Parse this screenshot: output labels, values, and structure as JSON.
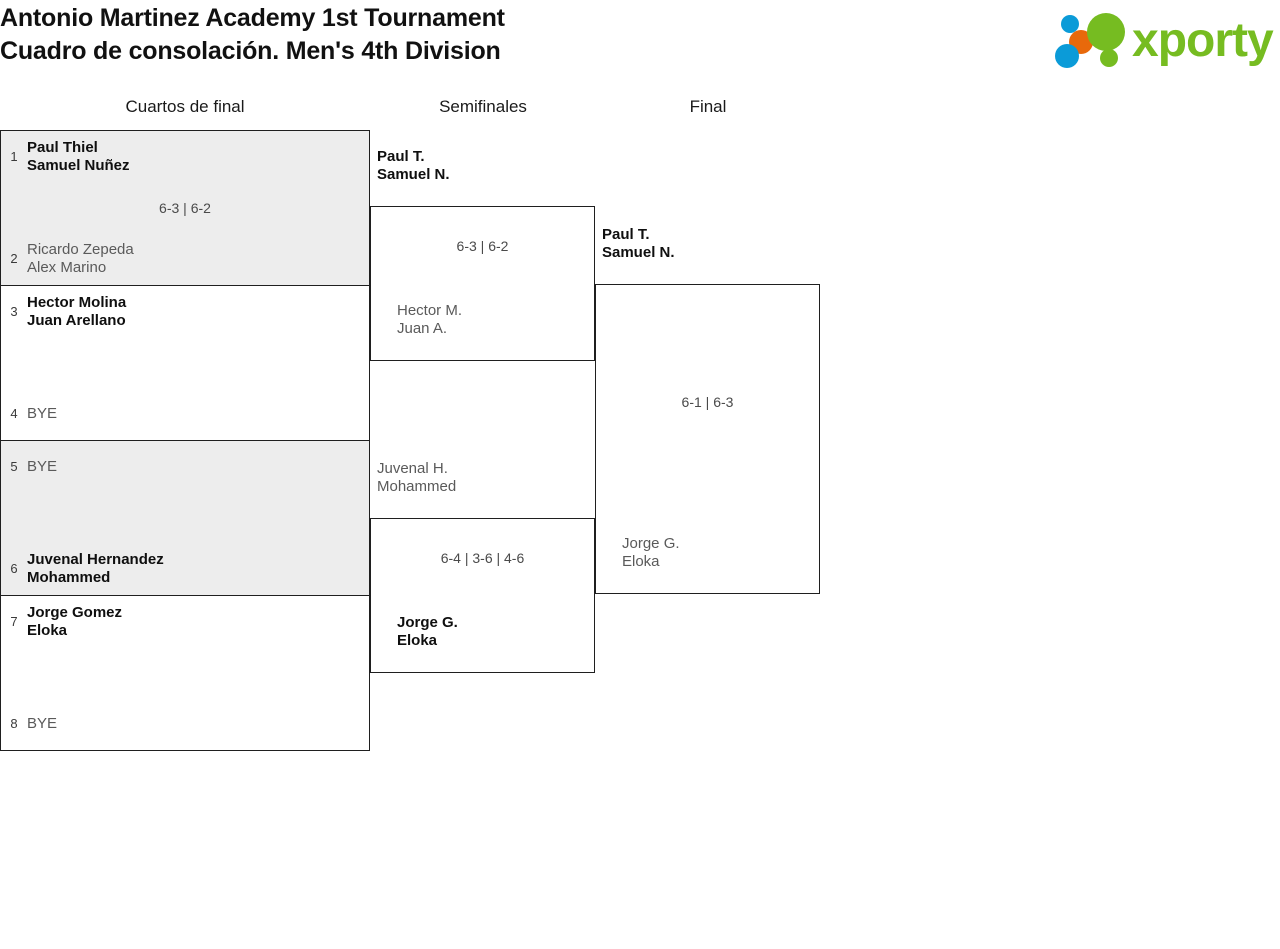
{
  "header": {
    "title_line1": "Antonio Martinez Academy 1st Tournament",
    "title_line2": "Cuadro de consolación. Men's 4th Division",
    "logo_text": "xporty",
    "logo_colors": {
      "green": "#76bc21",
      "blue": "#0b9bd8",
      "orange": "#e8690b"
    }
  },
  "rounds": [
    {
      "id": "quarterfinals",
      "label": "Cuartos de final"
    },
    {
      "id": "semifinals",
      "label": "Semifinales"
    },
    {
      "id": "final",
      "label": "Final"
    }
  ],
  "bracket": {
    "quarterfinals": [
      {
        "seed_top": "1",
        "top_name1": "Paul Thiel",
        "top_name2": "Samuel Nuñez",
        "top_result": "winner",
        "seed_bottom": "2",
        "bottom_name1": "Ricardo Zepeda",
        "bottom_name2": "Alex Marino",
        "bottom_result": "loser",
        "score": "6-3 | 6-2"
      },
      {
        "seed_top": "3",
        "top_name1": "Hector Molina",
        "top_name2": "Juan Arellano",
        "top_result": "winner",
        "seed_bottom": "4",
        "bottom_name1": "BYE",
        "bottom_name2": "",
        "bottom_result": "loser",
        "score": ""
      },
      {
        "seed_top": "5",
        "top_name1": "BYE",
        "top_name2": "",
        "top_result": "loser",
        "seed_bottom": "6",
        "bottom_name1": "Juvenal Hernandez",
        "bottom_name2": "Mohammed",
        "bottom_result": "winner",
        "score": ""
      },
      {
        "seed_top": "7",
        "top_name1": "Jorge Gomez",
        "top_name2": "Eloka",
        "top_result": "winner",
        "seed_bottom": "8",
        "bottom_name1": "BYE",
        "bottom_name2": "",
        "bottom_result": "loser",
        "score": ""
      }
    ],
    "semifinals": [
      {
        "top_name1": "Paul T.",
        "top_name2": "Samuel N.",
        "top_result": "winner",
        "bottom_name1": "Hector M.",
        "bottom_name2": "Juan A.",
        "bottom_result": "loser",
        "score": "6-3 | 6-2"
      },
      {
        "top_name1": "Juvenal H.",
        "top_name2": "Mohammed",
        "top_result": "loser",
        "bottom_name1": "Jorge G.",
        "bottom_name2": "Eloka",
        "bottom_result": "winner",
        "score": "6-4 | 3-6 | 4-6"
      }
    ],
    "final": [
      {
        "top_name1": "Paul T.",
        "top_name2": "Samuel N.",
        "top_result": "winner",
        "bottom_name1": "Jorge G.",
        "bottom_name2": "Eloka",
        "bottom_result": "loser",
        "score": "6-1 | 6-3"
      }
    ]
  }
}
